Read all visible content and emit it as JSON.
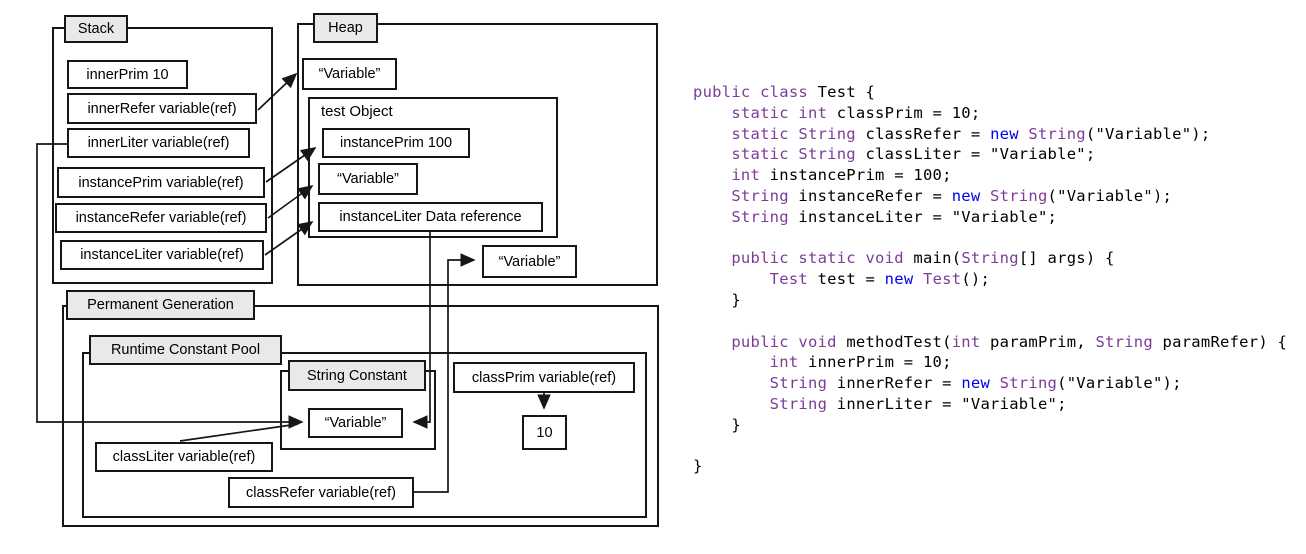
{
  "diagram": {
    "stack": {
      "label": "Stack",
      "inner_prim": "innerPrim 10",
      "inner_refer": "innerRefer variable(ref)",
      "inner_liter": "innerLiter variable(ref)",
      "instance_prim": "instancePrim variable(ref)",
      "instance_refer": "instanceRefer variable(ref)",
      "instance_liter": "instanceLiter variable(ref)"
    },
    "heap": {
      "label": "Heap",
      "var_top": "“Variable”",
      "test_object_title": "test Object",
      "instance_prim": "instancePrim 100",
      "var_mid": "“Variable”",
      "instance_liter": "instanceLiter Data reference",
      "var_bottom": "“Variable”"
    },
    "permgen": {
      "label": "Permanent Generation",
      "rcp_label": "Runtime Constant Pool",
      "string_constant_label": "String Constant",
      "var": "“Variable”",
      "class_prim": "classPrim variable(ref)",
      "ten": "10",
      "class_liter": "classLiter variable(ref)",
      "class_refer": "classRefer variable(ref)"
    },
    "colors": {
      "box_border": "#161616",
      "label_bg": "#e9e9e9",
      "line": "#161616"
    }
  },
  "code": {
    "colors": {
      "k": "#7d3c98",
      "n": "#0000ee",
      "p": "#000000"
    },
    "lines": [
      [
        [
          "k",
          "public class "
        ],
        [
          "p",
          "Test {"
        ]
      ],
      [
        [
          "p",
          "    "
        ],
        [
          "k",
          "static int "
        ],
        [
          "p",
          "classPrim = 10;"
        ]
      ],
      [
        [
          "p",
          "    "
        ],
        [
          "k",
          "static String "
        ],
        [
          "p",
          "classRefer = "
        ],
        [
          "n",
          "new "
        ],
        [
          "k",
          "String"
        ],
        [
          "p",
          "(\"Variable\");"
        ]
      ],
      [
        [
          "p",
          "    "
        ],
        [
          "k",
          "static String "
        ],
        [
          "p",
          "classLiter = \"Variable\";"
        ]
      ],
      [
        [
          "p",
          "    "
        ],
        [
          "k",
          "int "
        ],
        [
          "p",
          "instancePrim = 100;"
        ]
      ],
      [
        [
          "p",
          "    "
        ],
        [
          "k",
          "String "
        ],
        [
          "p",
          "instanceRefer = "
        ],
        [
          "n",
          "new "
        ],
        [
          "k",
          "String"
        ],
        [
          "p",
          "(\"Variable\");"
        ]
      ],
      [
        [
          "p",
          "    "
        ],
        [
          "k",
          "String "
        ],
        [
          "p",
          "instanceLiter = \"Variable\";"
        ]
      ],
      [],
      [
        [
          "p",
          "    "
        ],
        [
          "k",
          "public static void "
        ],
        [
          "p",
          "main("
        ],
        [
          "k",
          "String"
        ],
        [
          "p",
          "[] args) {"
        ]
      ],
      [
        [
          "p",
          "        "
        ],
        [
          "k",
          "Test "
        ],
        [
          "p",
          "test = "
        ],
        [
          "n",
          "new "
        ],
        [
          "k",
          "Test"
        ],
        [
          "p",
          "();"
        ]
      ],
      [
        [
          "p",
          "    }"
        ]
      ],
      [],
      [
        [
          "p",
          "    "
        ],
        [
          "k",
          "public void "
        ],
        [
          "p",
          "methodTest("
        ],
        [
          "k",
          "int "
        ],
        [
          "p",
          "paramPrim, "
        ],
        [
          "k",
          "String "
        ],
        [
          "p",
          "paramRefer) {"
        ]
      ],
      [
        [
          "p",
          "        "
        ],
        [
          "k",
          "int "
        ],
        [
          "p",
          "innerPrim = 10;"
        ]
      ],
      [
        [
          "p",
          "        "
        ],
        [
          "k",
          "String "
        ],
        [
          "p",
          "innerRefer = "
        ],
        [
          "n",
          "new "
        ],
        [
          "k",
          "String"
        ],
        [
          "p",
          "(\"Variable\");"
        ]
      ],
      [
        [
          "p",
          "        "
        ],
        [
          "k",
          "String "
        ],
        [
          "p",
          "innerLiter = \"Variable\";"
        ]
      ],
      [
        [
          "p",
          "    }"
        ]
      ],
      [],
      [
        [
          "p",
          "}"
        ]
      ]
    ]
  }
}
